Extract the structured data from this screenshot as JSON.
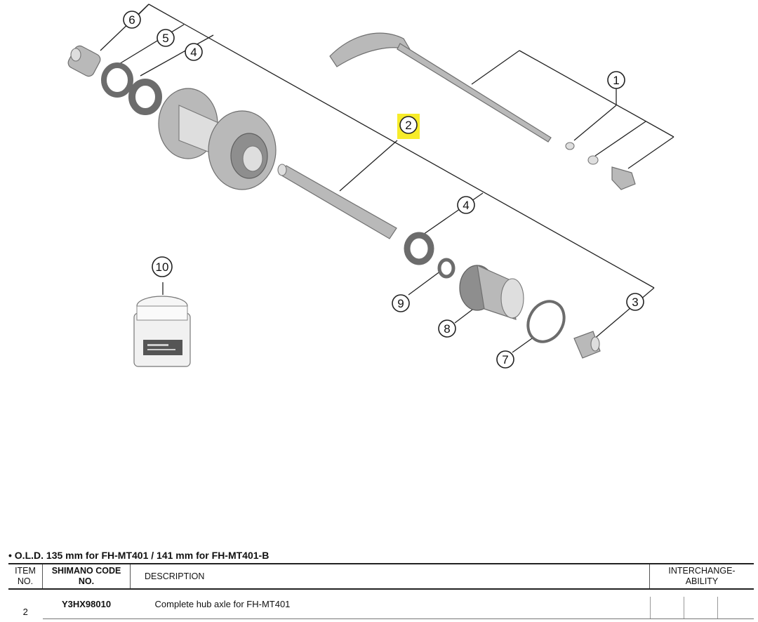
{
  "callouts": [
    {
      "id": "1",
      "label": "1",
      "highlight": false
    },
    {
      "id": "2",
      "label": "2",
      "highlight": true
    },
    {
      "id": "3",
      "label": "3",
      "highlight": false
    },
    {
      "id": "4a",
      "label": "4",
      "highlight": false
    },
    {
      "id": "4b",
      "label": "4",
      "highlight": false
    },
    {
      "id": "5",
      "label": "5",
      "highlight": false
    },
    {
      "id": "6",
      "label": "6",
      "highlight": false
    },
    {
      "id": "7",
      "label": "7",
      "highlight": false
    },
    {
      "id": "8",
      "label": "8",
      "highlight": false
    },
    {
      "id": "9",
      "label": "9",
      "highlight": false
    },
    {
      "id": "10",
      "label": "10",
      "highlight": false
    }
  ],
  "highlight_color": "#f7ec2a",
  "note": "• O.L.D. 135 mm for FH-MT401 / 141 mm for FH-MT401-B",
  "table": {
    "headers": {
      "item": "ITEM NO.",
      "code": "SHIMANO CODE NO.",
      "description": "DESCRIPTION",
      "interchangeability": "INTERCHANGE- ABILITY"
    },
    "rows": [
      {
        "item": "2",
        "code": "Y3HX98010",
        "description": "Complete hub axle for FH-MT401"
      }
    ]
  }
}
